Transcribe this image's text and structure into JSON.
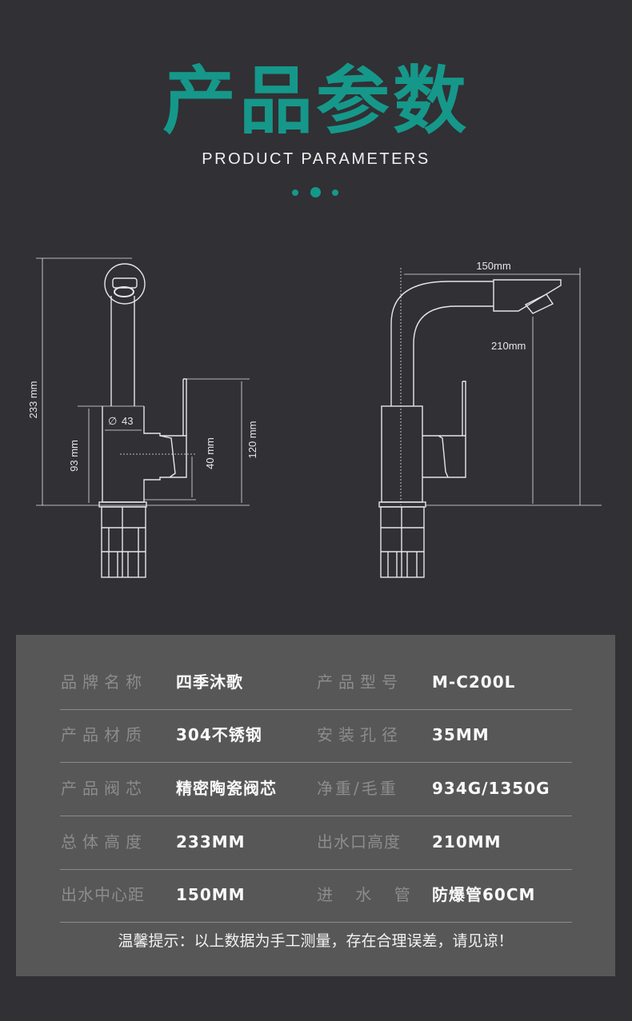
{
  "header": {
    "title": "产品参数",
    "subtitle": "PRODUCT PARAMETERS",
    "accent_color": "#15988a"
  },
  "diagrams": {
    "front": {
      "total_height": "233 mm",
      "body_height": "93 mm",
      "diameter": "43",
      "handle_offset": "40 mm",
      "handle_height": "120 mm"
    },
    "side": {
      "reach": "150mm",
      "outlet_height": "210mm"
    }
  },
  "specs": {
    "rows": [
      {
        "label1": "品牌名称",
        "value1": "四季沐歌",
        "label2": "产品型号",
        "value2": "M-C200L"
      },
      {
        "label1": "产品材质",
        "value1": "304不锈钢",
        "label2": "安装孔径",
        "value2": "35MM"
      },
      {
        "label1": "产品阀芯",
        "value1": "精密陶瓷阀芯",
        "label2": "净重/毛重",
        "value2": "934G/1350G"
      },
      {
        "label1": "总体高度",
        "value1": "233MM",
        "label2": "出水口高度",
        "value2": "210MM"
      },
      {
        "label1": "出水中心距",
        "value1": "150MM",
        "label2": "进 水 管",
        "value2": "防爆管60CM"
      }
    ],
    "note": "温馨提示：以上数据为手工测量，存在合理误差，请见谅！"
  }
}
